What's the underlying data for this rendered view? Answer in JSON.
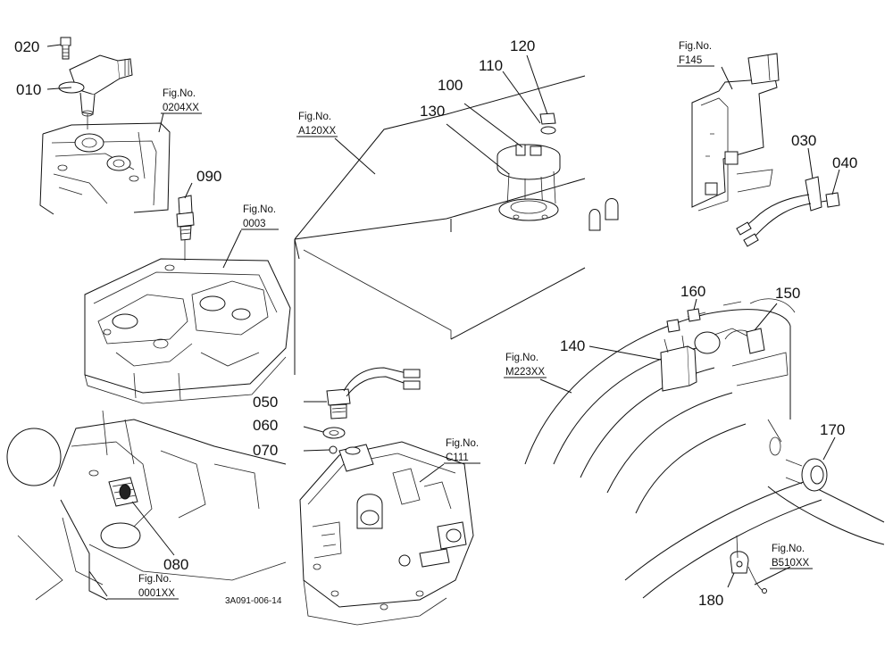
{
  "callouts": {
    "p010": "010",
    "p020": "020",
    "p030": "030",
    "p040": "040",
    "p050": "050",
    "p060": "060",
    "p070": "070",
    "p080": "080",
    "p090": "090",
    "p100": "100",
    "p110": "110",
    "p120": "120",
    "p130": "130",
    "p140": "140",
    "p150": "150",
    "p160": "160",
    "p170": "170",
    "p180": "180"
  },
  "figure_refs": {
    "fig_label": "Fig.No.",
    "f0204xx": "0204XX",
    "f0003": "0003",
    "fa120xx": "A120XX",
    "ff145": "F145",
    "fm223xx": "M223XX",
    "fc111": "C111",
    "fb510xx": "B510XX",
    "f0001xx": "0001XX"
  },
  "drawing_code": "3A091-006-14"
}
